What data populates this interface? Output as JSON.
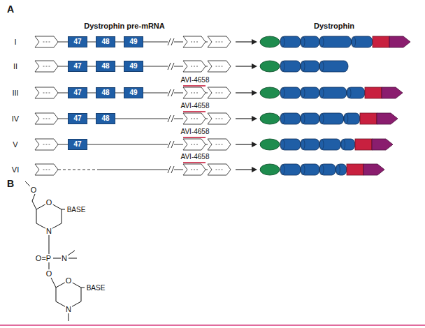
{
  "diagram": {
    "nodes": [
      {
        "text": [
          "47"
        ]
      },
      {
        "text": [
          "48"
        ]
      },
      {
        "text": [
          "49"
        ]
      },
      {
        "text": [
          "47"
        ]
      },
      {
        "text": [
          "48"
        ]
      },
      {
        "text": [
          "49"
        ]
      },
      {
        "text": [
          "47"
        ]
      },
      {
        "text": [
          "48"
        ]
      },
      {
        "text": [
          "49"
        ]
      },
      {
        "text": [
          "47"
        ]
      },
      {
        "text": [
          "48"
        ]
      },
      {
        "text": [
          "47"
        ]
      }
    ],
    "edges": [
      {
        "from": 0,
        "to": 1,
        "arrow": "none"
      },
      {
        "from": 1,
        "to": 2,
        "arrow": "none"
      },
      {
        "from": 3,
        "to": 4,
        "arrow": "none"
      },
      {
        "from": 4,
        "to": 5,
        "arrow": "none"
      },
      {
        "from": 6,
        "to": 7,
        "arrow": "none"
      },
      {
        "from": 7,
        "to": 8,
        "arrow": "none"
      },
      {
        "from": 9,
        "to": 10,
        "arrow": "none"
      }
    ],
    "labels": [
      "A",
      "Dystrophin pre-mRNA",
      "Dystrophin",
      "I",
      "II",
      "III",
      "IV",
      "V",
      "VI",
      "AVI-4658",
      "AVI-4658",
      "AVI-4658",
      "AVI-4658",
      "B",
      "O",
      "O",
      "BASE",
      "N",
      "O=P",
      "N",
      "O",
      "O",
      "BASE",
      "N"
    ]
  }
}
